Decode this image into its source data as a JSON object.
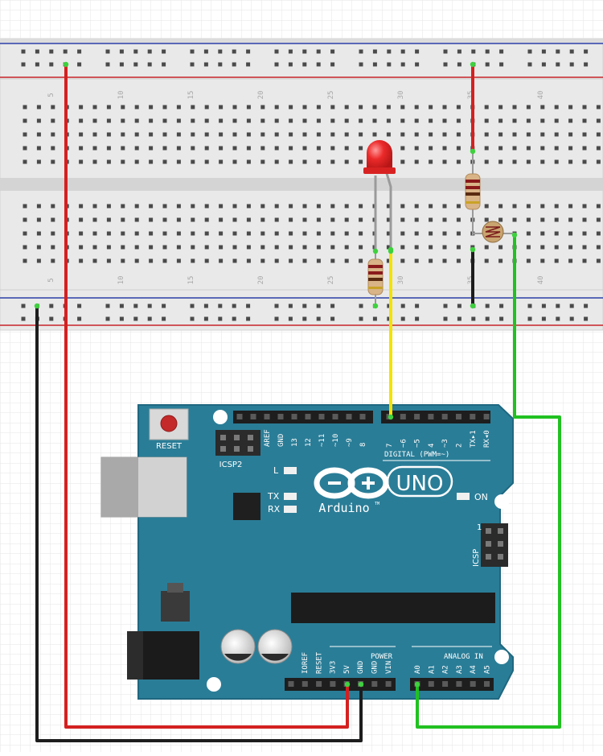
{
  "breadboard": {
    "top_numbers": [
      "5",
      "10",
      "15",
      "20",
      "25",
      "30",
      "35",
      "40"
    ],
    "bottom_numbers": [
      "5",
      "10",
      "15",
      "20",
      "25",
      "30",
      "35",
      "40"
    ]
  },
  "arduino": {
    "reset_label": "RESET",
    "icsp2_label": "ICSP2",
    "icsp_label": "ICSP",
    "icsp_pin1": "1",
    "led_l": "L",
    "led_tx": "TX",
    "led_rx": "RX",
    "on_label": "ON",
    "logo_uno": "UNO",
    "logo_brand": "Arduino",
    "tm": "TM",
    "digital_label": "DIGITAL (PWM=~)",
    "power_label": "POWER",
    "analog_label": "ANALOG IN",
    "digital_pins": [
      "AREF",
      "GND",
      "13",
      "12",
      "~11",
      "~10",
      "~9",
      "8",
      "7",
      "~6",
      "~5",
      "4",
      "~3",
      "2",
      "TX▸1",
      "RX◂0"
    ],
    "power_pins": [
      "IOREF",
      "RESET",
      "3V3",
      "5V",
      "GND",
      "GND",
      "VIN"
    ],
    "analog_pins": [
      "A0",
      "A1",
      "A2",
      "A3",
      "A4",
      "A5"
    ]
  },
  "colors": {
    "board": "#2a7d97",
    "board_edge": "#1f6780",
    "wire_red": "#d42020",
    "wire_black": "#1d1d1d",
    "wire_yellow": "#f2e200",
    "wire_green": "#21c121",
    "led_red": "#ec2a2a",
    "breadboard": "#e8e8e8",
    "rail_red": "#c8242a",
    "rail_blue": "#2b3fa8"
  }
}
